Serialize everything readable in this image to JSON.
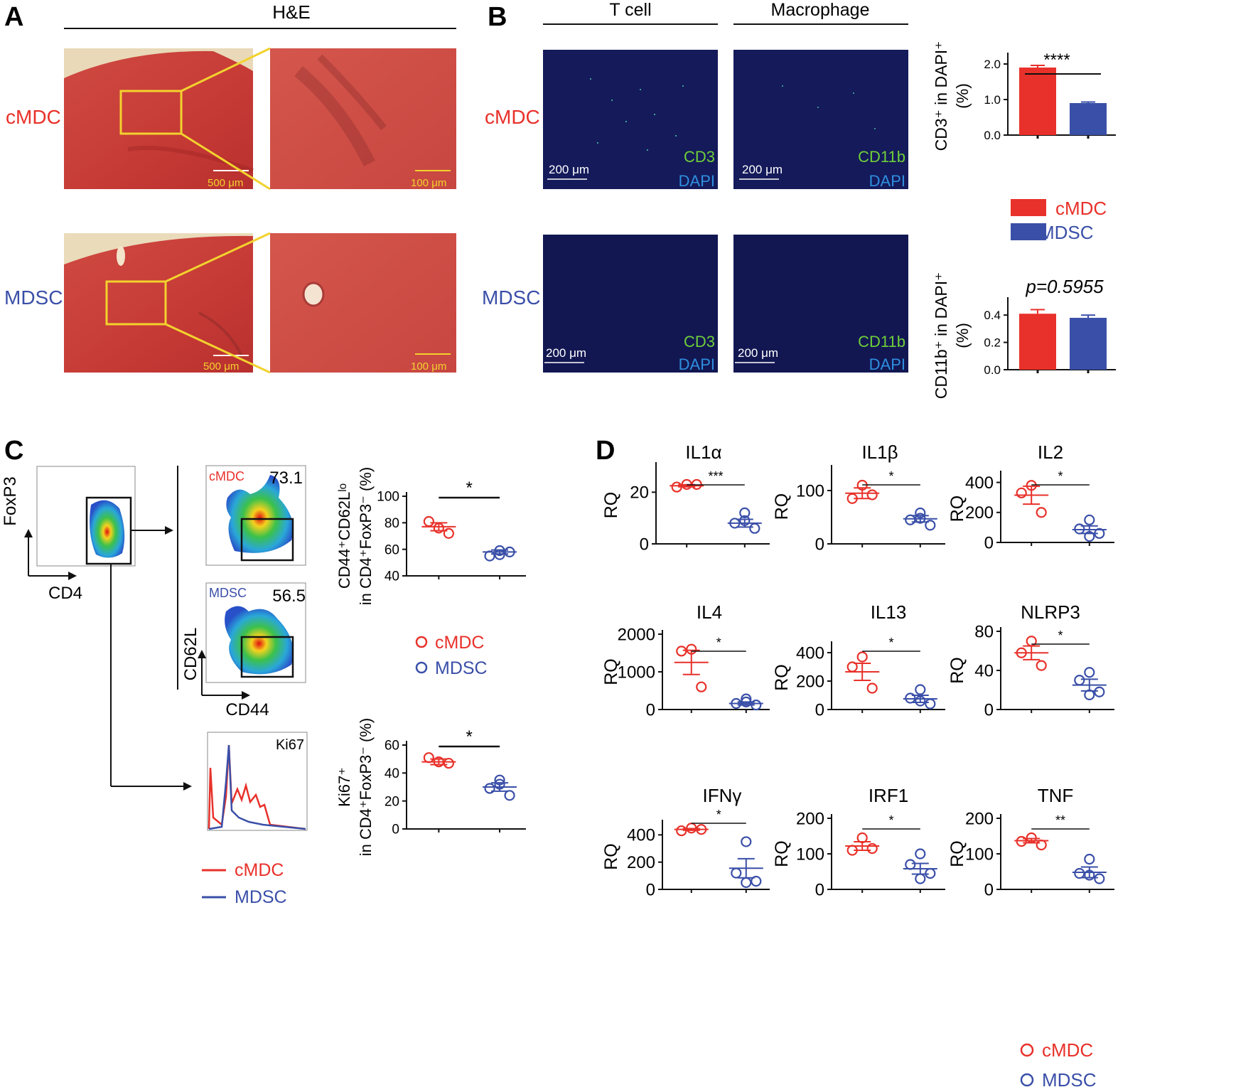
{
  "colors": {
    "cmdc": "#e8312a",
    "mdsc": "#3a4fa8",
    "he_red": "#c93a35",
    "yellow": "#f2d22e",
    "fluor_bg": "#101350",
    "cd3_green": "#6fcf3a",
    "dapi_blue": "#2f8fe0"
  },
  "panel_a": {
    "letter": "A",
    "header": "H&E",
    "rows": [
      {
        "label": "cMDC"
      },
      {
        "label": "MDSC"
      }
    ],
    "scale_low": "500 μm",
    "scale_high": "100 μm"
  },
  "panel_b": {
    "letter": "B",
    "col_headers": [
      "T cell",
      "Macrophage"
    ],
    "rows": [
      {
        "label": "cMDC"
      },
      {
        "label": "MDSC"
      }
    ],
    "scale": "200 μm",
    "marker_tcell": "CD3",
    "marker_macro": "CD11b",
    "counterstain": "DAPI",
    "legend": [
      "cMDC",
      "MDSC"
    ]
  },
  "panel_c": {
    "letter": "C",
    "gating": {
      "y_axis": "FoxP3",
      "x_axis": "CD4",
      "sub_y": "CD62L",
      "sub_x": "CD44",
      "cmdc_label": "cMDC",
      "cmdc_value": "73.1",
      "mdsc_label": "MDSC",
      "mdsc_value": "56.5",
      "hist_label": "Ki67"
    },
    "scatter_legend": [
      "cMDC",
      "MDSC"
    ],
    "hist_legend": [
      "cMDC",
      "MDSC"
    ]
  },
  "panel_d": {
    "letter": "D",
    "legend": [
      "cMDC",
      "MDSC"
    ]
  },
  "chart_data": [
    {
      "id": "b1",
      "type": "bar",
      "categories": [
        "cMDC",
        "MDSC"
      ],
      "values": [
        1.9,
        0.9
      ],
      "errors": [
        0.06,
        0.03
      ],
      "ylabel": "CD3⁺ in DAPI⁺ (%)",
      "ylim": [
        0,
        2.2
      ],
      "ticks": [
        0,
        1,
        2
      ],
      "tick_labels": [
        "0.0",
        "1.0",
        "2.0"
      ],
      "annotation": "****"
    },
    {
      "id": "b2",
      "type": "bar",
      "categories": [
        "cMDC",
        "MDSC"
      ],
      "values": [
        0.41,
        0.38
      ],
      "errors": [
        0.03,
        0.02
      ],
      "ylabel": "CD11b⁺ in DAPI⁺ (%)",
      "ylim": [
        0,
        0.5
      ],
      "ticks": [
        0,
        0.2,
        0.4
      ],
      "tick_labels": [
        "0.0",
        "0.2",
        "0.4"
      ],
      "annotation": "p=0.5955"
    },
    {
      "id": "c1",
      "type": "scatter",
      "ylabel": "CD44⁺CD62Lˡᵒ in CD4⁺FoxP3⁻ (%)",
      "ylim": [
        40,
        100
      ],
      "ticks": [
        40,
        60,
        80,
        100
      ],
      "annotation": "*",
      "series": [
        {
          "name": "cMDC",
          "values": [
            76,
            81,
            72
          ],
          "mean": 77,
          "sem": 3
        },
        {
          "name": "MDSC",
          "values": [
            59,
            55,
            58,
            56
          ],
          "mean": 58,
          "sem": 1.5
        }
      ]
    },
    {
      "id": "c2",
      "type": "scatter",
      "ylabel": "Ki67⁺ in CD4⁺FoxP3⁻ (%)",
      "ylim": [
        0,
        60
      ],
      "ticks": [
        0,
        20,
        40,
        60
      ],
      "annotation": "*",
      "series": [
        {
          "name": "cMDC",
          "values": [
            48,
            51,
            47
          ],
          "mean": 48,
          "sem": 2
        },
        {
          "name": "MDSC",
          "values": [
            35,
            29,
            24,
            32
          ],
          "mean": 30,
          "sem": 3
        }
      ]
    },
    {
      "id": "d_il1a",
      "type": "scatter",
      "title": "IL1α",
      "ylabel": "RQ",
      "ylim": [
        0,
        30
      ],
      "ticks": [
        0,
        20
      ],
      "annotation": "***",
      "series": [
        {
          "name": "cMDC",
          "values": [
            23,
            22,
            23
          ],
          "mean": 22.5,
          "sem": 0.4
        },
        {
          "name": "MDSC",
          "values": [
            12,
            8,
            6,
            9
          ],
          "mean": 8,
          "sem": 1.5
        }
      ]
    },
    {
      "id": "d_il1b",
      "type": "scatter",
      "title": "IL1β",
      "ylabel": "RQ",
      "ylim": [
        0,
        140
      ],
      "ticks": [
        0,
        100
      ],
      "annotation": "*",
      "series": [
        {
          "name": "cMDC",
          "values": [
            110,
            85,
            92
          ],
          "mean": 95,
          "sem": 10
        },
        {
          "name": "MDSC",
          "values": [
            58,
            45,
            35,
            48
          ],
          "mean": 47,
          "sem": 6
        }
      ]
    },
    {
      "id": "d_il2",
      "type": "scatter",
      "title": "IL2",
      "ylabel": "RQ",
      "ylim": [
        0,
        450
      ],
      "ticks": [
        0,
        200,
        400
      ],
      "annotation": "*",
      "series": [
        {
          "name": "cMDC",
          "values": [
            380,
            330,
            200
          ],
          "mean": 315,
          "sem": 60
        },
        {
          "name": "MDSC",
          "values": [
            150,
            90,
            60,
            40
          ],
          "mean": 85,
          "sem": 25
        }
      ]
    },
    {
      "id": "d_il4",
      "type": "scatter",
      "title": "IL4",
      "ylabel": "RQ",
      "ylim": [
        0,
        2000
      ],
      "ticks": [
        0,
        1000,
        2000
      ],
      "annotation": "*",
      "series": [
        {
          "name": "cMDC",
          "values": [
            1600,
            1550,
            600
          ],
          "mean": 1250,
          "sem": 320
        },
        {
          "name": "MDSC",
          "values": [
            280,
            160,
            120,
            200
          ],
          "mean": 160,
          "sem": 40
        }
      ]
    },
    {
      "id": "d_il13",
      "type": "scatter",
      "title": "IL13",
      "ylabel": "RQ",
      "ylim": [
        0,
        450
      ],
      "ticks": [
        0,
        200,
        400
      ],
      "annotation": "*",
      "series": [
        {
          "name": "cMDC",
          "values": [
            370,
            300,
            150
          ],
          "mean": 265,
          "sem": 60
        },
        {
          "name": "MDSC",
          "values": [
            140,
            80,
            40,
            60
          ],
          "mean": 75,
          "sem": 25
        }
      ]
    },
    {
      "id": "d_nlrp3",
      "type": "scatter",
      "title": "NLRP3",
      "ylabel": "RQ",
      "ylim": [
        0,
        80
      ],
      "ticks": [
        0,
        40,
        80
      ],
      "annotation": "*",
      "series": [
        {
          "name": "cMDC",
          "values": [
            70,
            58,
            45
          ],
          "mean": 58,
          "sem": 7
        },
        {
          "name": "MDSC",
          "values": [
            38,
            30,
            18,
            15
          ],
          "mean": 25,
          "sem": 6
        }
      ]
    },
    {
      "id": "d_ifng",
      "type": "scatter",
      "title": "IFNγ",
      "ylabel": "RQ",
      "ylim": [
        0,
        480
      ],
      "ticks": [
        0,
        200,
        400
      ],
      "annotation": "*",
      "series": [
        {
          "name": "cMDC",
          "values": [
            450,
            430,
            440
          ],
          "mean": 440,
          "sem": 6
        },
        {
          "name": "MDSC",
          "values": [
            350,
            120,
            60,
            50
          ],
          "mean": 155,
          "sem": 70
        }
      ]
    },
    {
      "id": "d_irf1",
      "type": "scatter",
      "title": "IRF1",
      "ylabel": "RQ",
      "ylim": [
        0,
        200
      ],
      "ticks": [
        0,
        100,
        200
      ],
      "annotation": "*",
      "series": [
        {
          "name": "cMDC",
          "values": [
            145,
            110,
            115
          ],
          "mean": 122,
          "sem": 12
        },
        {
          "name": "MDSC",
          "values": [
            100,
            70,
            45,
            30
          ],
          "mean": 58,
          "sem": 15
        }
      ]
    },
    {
      "id": "d_tnf",
      "type": "scatter",
      "title": "TNF",
      "ylabel": "RQ",
      "ylim": [
        0,
        200
      ],
      "ticks": [
        0,
        100,
        200
      ],
      "annotation": "**",
      "series": [
        {
          "name": "cMDC",
          "values": [
            145,
            135,
            125
          ],
          "mean": 137,
          "sem": 6
        },
        {
          "name": "MDSC",
          "values": [
            85,
            45,
            30,
            40
          ],
          "mean": 48,
          "sem": 15
        }
      ]
    }
  ]
}
